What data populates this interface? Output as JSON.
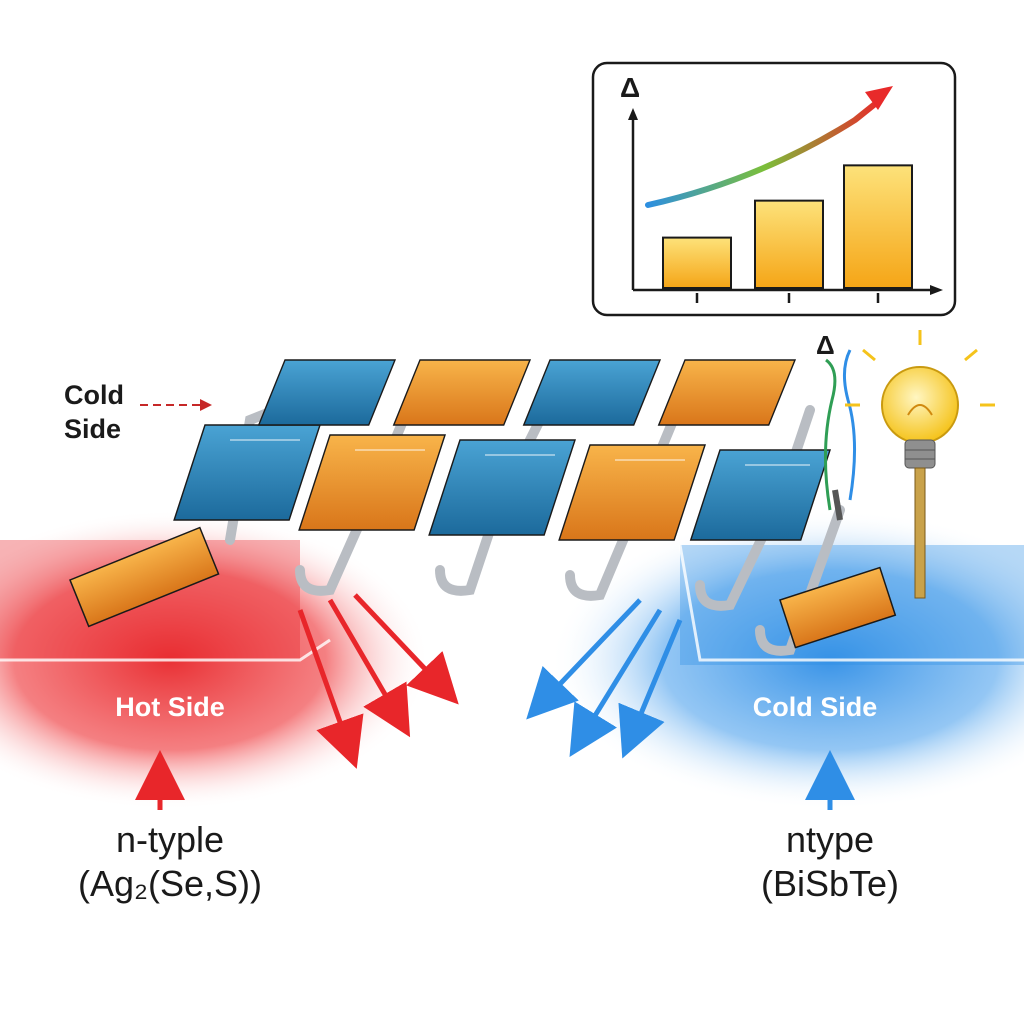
{
  "labels": {
    "cold_side_top": "Cold\nSide",
    "hot_side": "Hot Side",
    "cold_side": "Cold Side",
    "n_type": "n-typle\n(Ag₂(Se,S))",
    "p_type": "ntype\n(BiSbTe)",
    "delta_chart": "Δ",
    "delta_wire": "Δ"
  },
  "chart_data": {
    "type": "bar",
    "categories": [
      "",
      "",
      ""
    ],
    "values": [
      30,
      52,
      73
    ],
    "ylabel": "Δ",
    "ylim": [
      0,
      100
    ],
    "trend_arrow": true
  },
  "colors": {
    "hot": "#e8262a",
    "cold": "#2f8ee6",
    "n_leg": "#2a7fb3",
    "p_leg": "#e88a1a",
    "bar": "#f7b823",
    "connector": "#b9bdc3"
  }
}
